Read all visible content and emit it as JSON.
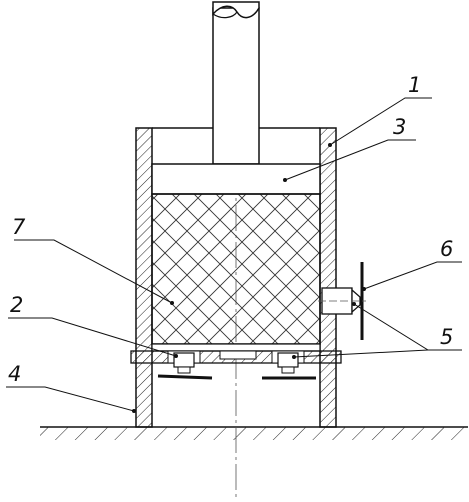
{
  "callouts": [
    {
      "id": "1",
      "text": "1"
    },
    {
      "id": "3",
      "text": "3"
    },
    {
      "id": "7",
      "text": "7"
    },
    {
      "id": "6",
      "text": "6"
    },
    {
      "id": "2",
      "text": "2"
    },
    {
      "id": "5",
      "text": "5"
    },
    {
      "id": "4",
      "text": "4"
    }
  ],
  "colors": {
    "line": "#111111",
    "centerline": "#555555",
    "hatch": "#333333"
  }
}
